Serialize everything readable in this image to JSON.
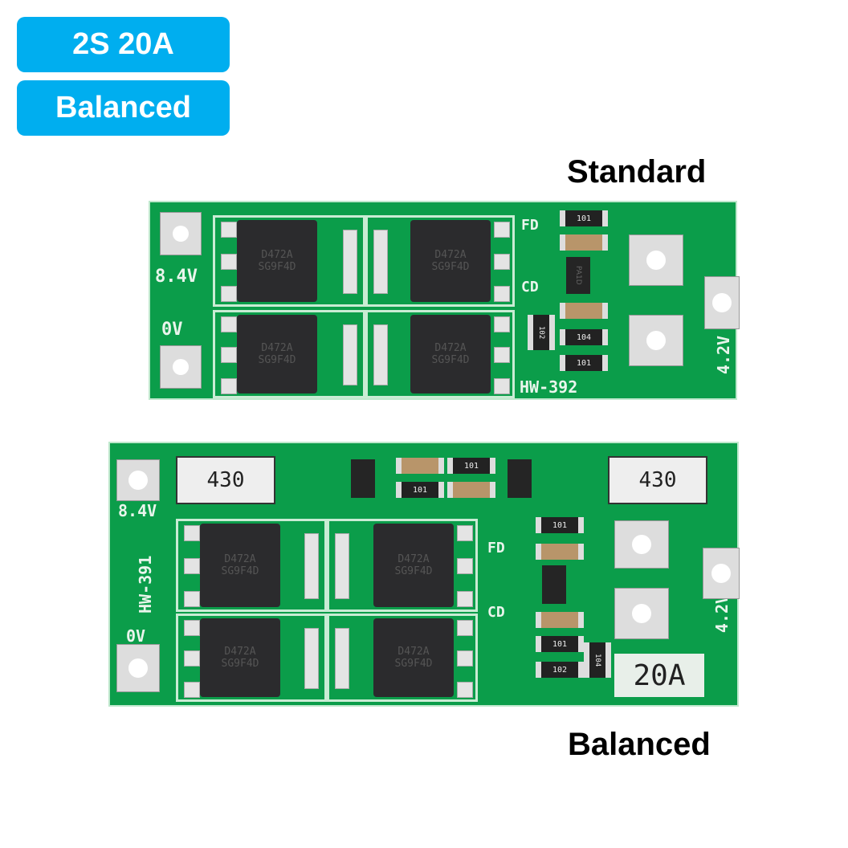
{
  "badges": {
    "spec": "2S 20A",
    "type": "Balanced"
  },
  "captions": {
    "standard": "Standard",
    "balanced": "Balanced"
  },
  "colors": {
    "badge": "#00aeef",
    "pcb": "#0b9d4a",
    "silkscreen": "#e9f5ec"
  },
  "standard_board": {
    "model": "HW-392",
    "labels": {
      "plus_voltage": "8.4V",
      "ground": "0V",
      "mid": "4.2V",
      "fd": "FD",
      "cd": "CD"
    },
    "resistors": [
      "101",
      "102",
      "104",
      "101"
    ],
    "ic_marking": "PA1D",
    "mosfet_marking": [
      "D472A",
      "SG9F4D"
    ]
  },
  "balanced_board": {
    "model": "HW-391",
    "rating": "20A",
    "labels": {
      "plus_voltage": "8.4V",
      "ground": "0V",
      "mid": "4.2V",
      "fd": "FD",
      "cd": "CD"
    },
    "balance_resistors": [
      "430",
      "430"
    ],
    "resistors": [
      "101",
      "101",
      "101",
      "101",
      "102",
      "104"
    ],
    "mosfet_marking": [
      "D472A",
      "SG9F4D"
    ]
  }
}
